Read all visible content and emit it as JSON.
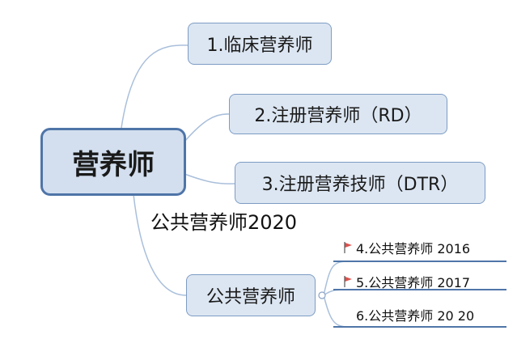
{
  "root": {
    "label": "营养师"
  },
  "branches": [
    {
      "label": "1.临床营养师"
    },
    {
      "label": "2.注册营养师（RD）"
    },
    {
      "label": "3.注册营养技师（DTR）"
    },
    {
      "label": "公共营养师"
    }
  ],
  "floating_label": "公共营养师2020",
  "sub_items": [
    {
      "label": "4.公共营养师 2016",
      "flag": true
    },
    {
      "label": "5.公共营养师 2017",
      "flag": true
    },
    {
      "label": "6.公共营养师 20 20",
      "flag": false
    }
  ],
  "colors": {
    "node_fill": "#dce6f2",
    "node_border": "#7d9cc4",
    "root_border": "#4f75a8",
    "connector": "#9fb6d3",
    "leaf_underline": "#4f75a8",
    "flag": "#d9534f"
  }
}
